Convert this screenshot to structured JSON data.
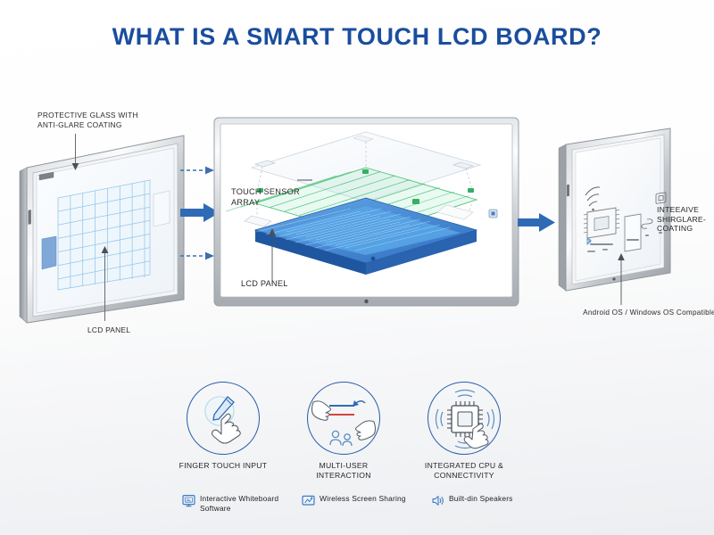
{
  "title": "WHAT IS A SMART TOUCH LCD BOARD?",
  "theme": {
    "title_color": "#1a4d9e",
    "accent_blue": "#2a5ca8",
    "arrow_blue": "#2f6bb5",
    "lcd_blue": "#2f6ec0",
    "sensor_green": "#3fbf6f",
    "frame_gray": "#b9bdc2",
    "label_color": "#2b2b2b",
    "background": "#ffffff"
  },
  "left_board": {
    "top_callout": "PROTECTIVE GLASS WITH\nANTI-GLARE COATING",
    "bottom_callout": "LCD PANEL"
  },
  "center_board": {
    "sensor_callout": "TOUCH SENSOR\nARRAY",
    "panel_callout": "LCD PANEL"
  },
  "right_board": {
    "side_callout": "INTEEAIVE\nSHIRGLARE-\nCOATING",
    "bottom_caption": "Android OS / Windows OS Compatible"
  },
  "features": [
    {
      "label": "FINGER TOUCH INPUT",
      "icon": "hand-stylus-touch-icon"
    },
    {
      "label": "MULTI-USER\nINTERACTION",
      "icon": "two-hands-multiuser-icon"
    },
    {
      "label": "INTEGRATED CPU &\nCONNECTIVITY",
      "icon": "cpu-chip-signal-icon"
    }
  ],
  "bottom_features": [
    {
      "label": "Interactive Whiteboard\nSoftware",
      "icon": "whiteboard-software-icon"
    },
    {
      "label": "Wireless Screen Sharing",
      "icon": "screen-share-icon"
    },
    {
      "label": "Built-din Speakers",
      "icon": "speaker-icon"
    }
  ]
}
